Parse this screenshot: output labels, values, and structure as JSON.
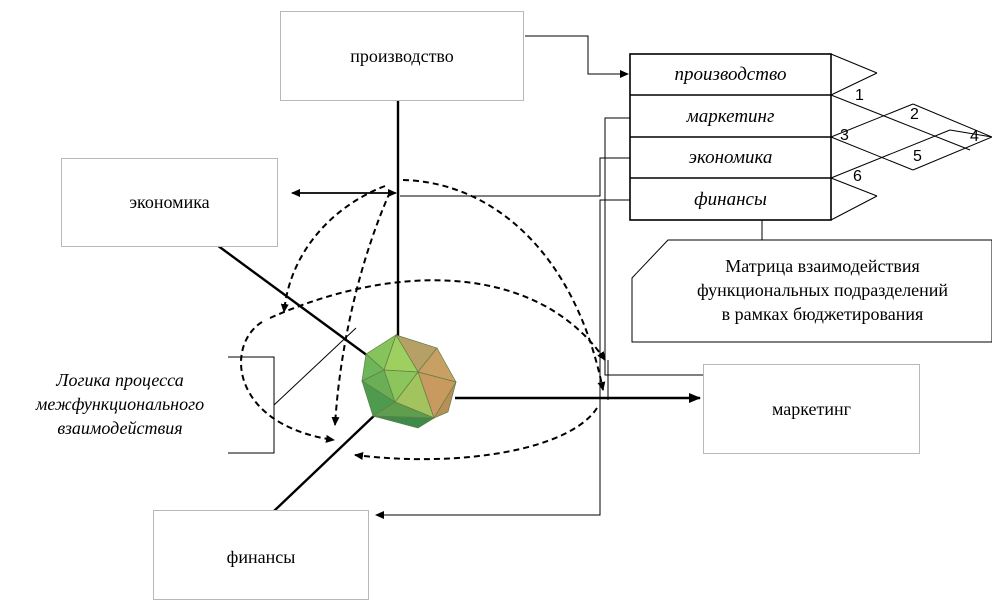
{
  "boxes": {
    "production": "производство",
    "economics": "экономика",
    "marketing": "маркетинг",
    "finance": "финансы"
  },
  "matrix": {
    "rows": [
      "производство",
      "маркетинг",
      "экономика",
      "финансы"
    ],
    "cells": [
      "1",
      "2",
      "3",
      "4",
      "5",
      "6"
    ]
  },
  "caption": {
    "lines": [
      "Матрица взаимодействия",
      "функциональных подразделений",
      "в рамках бюджетирования"
    ]
  },
  "logic": {
    "lines": [
      "Логика процесса",
      "межфункционального",
      "взаимодействия"
    ]
  },
  "colors": {
    "box_border": "#b8b8b8",
    "icosahedron_light": "#9ed060",
    "icosahedron_mid": "#6aae55",
    "icosahedron_warm": "#c9a063",
    "icosahedron_dark": "#3f8a4a"
  }
}
